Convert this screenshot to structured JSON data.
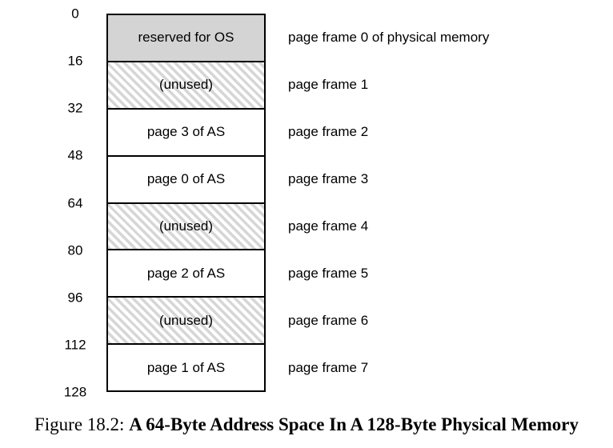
{
  "diagram": {
    "address_labels": [
      "0",
      "16",
      "32",
      "48",
      "64",
      "80",
      "96",
      "112",
      "128"
    ],
    "frames": [
      {
        "content": "reserved for OS",
        "fill": "gray",
        "label": "page frame 0 of physical memory"
      },
      {
        "content": "(unused)",
        "fill": "hatch",
        "label": "page frame 1"
      },
      {
        "content": "page 3 of AS",
        "fill": "white",
        "label": "page frame 2"
      },
      {
        "content": "page 0 of AS",
        "fill": "white",
        "label": "page frame 3"
      },
      {
        "content": "(unused)",
        "fill": "hatch",
        "label": "page frame 4"
      },
      {
        "content": "page 2 of AS",
        "fill": "white",
        "label": "page frame 5"
      },
      {
        "content": "(unused)",
        "fill": "hatch",
        "label": "page frame 6"
      },
      {
        "content": "page 1 of AS",
        "fill": "white",
        "label": "page frame 7"
      }
    ],
    "colors": {
      "os_fill": "#d4d4d4",
      "hatch_gray": "#d6d6d6",
      "border": "#000000",
      "background": "#ffffff"
    }
  },
  "caption": {
    "prefix": "Figure 18.2: ",
    "title": "A 64-Byte Address Space In A 128-Byte Physical Memory"
  }
}
